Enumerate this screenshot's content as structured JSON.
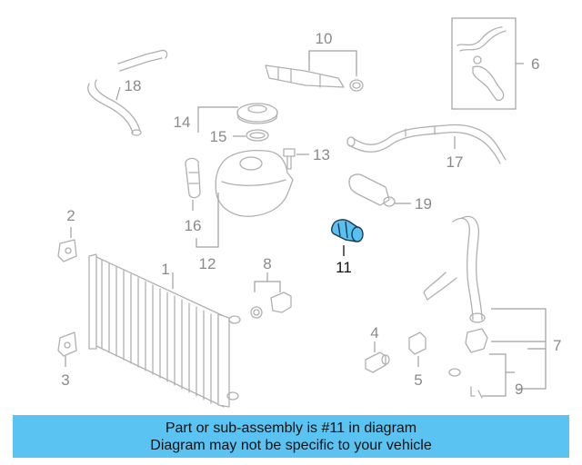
{
  "diagram": {
    "highlighted_callout": "11",
    "highlight_color": "#58c1f0",
    "callouts": {
      "c1": "1",
      "c2": "2",
      "c3": "3",
      "c4": "4",
      "c5": "5",
      "c6": "6",
      "c7": "7",
      "c8": "8",
      "c9": "9",
      "c10": "10",
      "c11": "11",
      "c12": "12",
      "c13": "13",
      "c14": "14",
      "c15": "15",
      "c16": "16",
      "c17": "17",
      "c18": "18",
      "c19": "19"
    }
  },
  "banner": {
    "line1": "Part or sub-assembly is #11 in diagram",
    "line2": "Diagram may not be specific to your vehicle",
    "background": "#5bc3f1"
  }
}
